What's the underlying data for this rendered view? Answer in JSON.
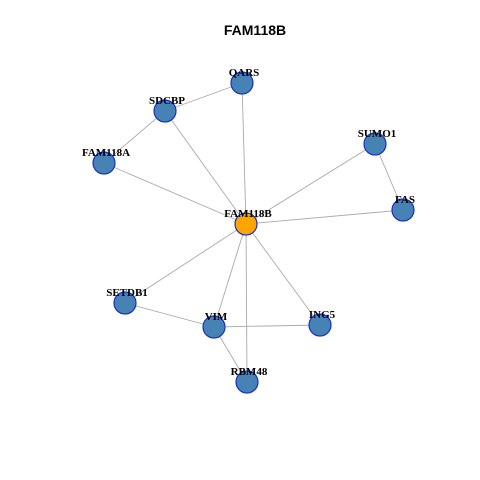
{
  "title": "FAM118B",
  "colors": {
    "node_fill": "#4682b4",
    "node_stroke": "#1a2fc8",
    "center_fill": "#ffa500",
    "center_stroke": "#1a2fc8",
    "edge": "#aaaaaa"
  },
  "nodes": [
    {
      "id": "FAM118B",
      "label": "FAM118B",
      "center": true
    },
    {
      "id": "QARS",
      "label": "QARS"
    },
    {
      "id": "SDCBP",
      "label": "SDCBP"
    },
    {
      "id": "FAM118A",
      "label": "FAM118A"
    },
    {
      "id": "SUMO1",
      "label": "SUMO1"
    },
    {
      "id": "FAS",
      "label": "FAS"
    },
    {
      "id": "SETDB1",
      "label": "SETDB1"
    },
    {
      "id": "VIM",
      "label": "VIM"
    },
    {
      "id": "ING5",
      "label": "ING5"
    },
    {
      "id": "RBM48",
      "label": "RBM48"
    }
  ],
  "edges": [
    [
      "FAM118B",
      "QARS"
    ],
    [
      "FAM118B",
      "SDCBP"
    ],
    [
      "FAM118B",
      "FAM118A"
    ],
    [
      "FAM118B",
      "SUMO1"
    ],
    [
      "FAM118B",
      "FAS"
    ],
    [
      "FAM118B",
      "SETDB1"
    ],
    [
      "FAM118B",
      "VIM"
    ],
    [
      "FAM118B",
      "ING5"
    ],
    [
      "FAM118B",
      "RBM48"
    ],
    [
      "SDCBP",
      "QARS"
    ],
    [
      "SDCBP",
      "FAM118A"
    ],
    [
      "SUMO1",
      "FAS"
    ],
    [
      "SETDB1",
      "VIM"
    ],
    [
      "VIM",
      "ING5"
    ],
    [
      "VIM",
      "RBM48"
    ]
  ]
}
